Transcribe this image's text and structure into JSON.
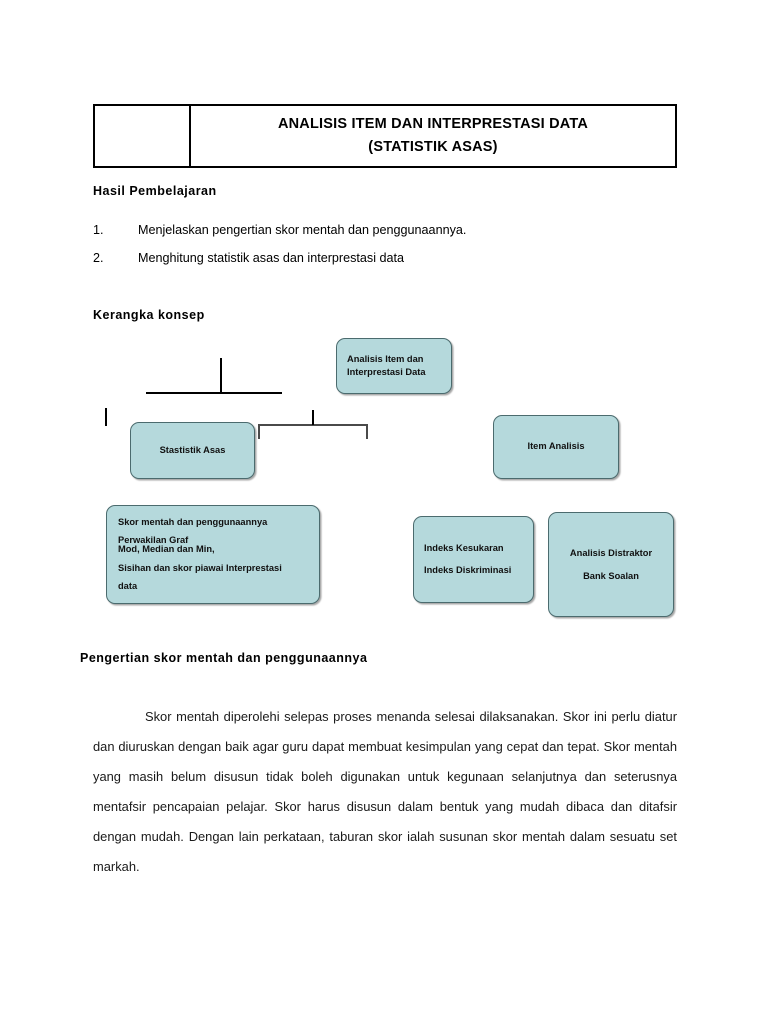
{
  "document": {
    "title_line1": "ANALISIS ITEM DAN INTERPRESTASI DATA",
    "title_line2": "(STATISTIK ASAS)"
  },
  "learning_outcomes": {
    "heading": "Hasil Pembelajaran",
    "items": [
      {
        "number": "1.",
        "text": "Menjelaskan pengertian skor mentah dan penggunaannya."
      },
      {
        "number": "2.",
        "text": "Menghitung statistik asas dan interprestasi data"
      }
    ]
  },
  "concept_framework": {
    "heading": "Kerangka konsep",
    "box_fill_color": "#B5D9DC",
    "box_border_color": "#4B6B6E",
    "boxes": {
      "analisis_item": {
        "line1": "Analisis Item dan",
        "line2": "Interprestasi Data"
      },
      "statistik_asas": {
        "line1": "Stastistik Asas"
      },
      "item_analisis": {
        "line1": "Item Analisis"
      },
      "skor_mentah": {
        "line1": "Skor mentah dan penggunaannya",
        "line2": "Perwakilan Graf",
        "line3": "Mod, Median dan Min,",
        "line4": "Sisihan dan skor piawai Interprestasi",
        "line5": "data"
      },
      "indeks": {
        "line1": "Indeks Kesukaran",
        "line2": "Indeks Diskriminasi"
      },
      "distraktor": {
        "line1": "Analisis Distraktor",
        "line2": "Bank Soalan"
      }
    }
  },
  "section_pengertian": {
    "heading": "Pengertian skor mentah dan penggunaannya",
    "paragraph": "Skor mentah diperolehi selepas proses menanda selesai dilaksanakan. Skor ini perlu diatur dan diuruskan dengan baik agar guru dapat membuat kesimpulan yang cepat dan tepat. Skor mentah yang masih belum disusun tidak boleh digunakan untuk kegunaan selanjutnya dan seterusnya mentafsir pencapaian pelajar. Skor harus disusun dalam bentuk yang mudah dibaca dan ditafsir dengan mudah. Dengan lain perkataan, taburan skor ialah susunan skor mentah dalam sesuatu set markah."
  }
}
